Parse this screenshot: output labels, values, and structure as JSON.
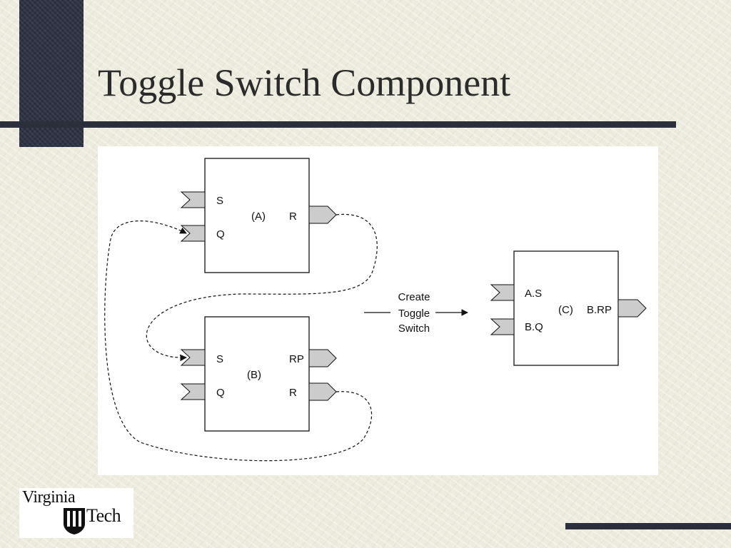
{
  "slide": {
    "title": "Toggle Switch Component"
  },
  "diagram": {
    "component_a": {
      "label": "(A)",
      "ports": {
        "s": "S",
        "q": "Q",
        "r": "R"
      }
    },
    "component_b": {
      "label": "(B)",
      "ports": {
        "s": "S",
        "q": "Q",
        "rp": "RP",
        "r": "R"
      }
    },
    "component_c": {
      "label": "(C)",
      "ports": {
        "as": "A.S",
        "bq": "B.Q",
        "brp": "B.RP"
      }
    },
    "arrow_label": [
      "Create",
      "Toggle",
      "Switch"
    ]
  },
  "logo": {
    "line1": "Virginia",
    "line2": "Tech",
    "icon": "shield-logo-icon"
  },
  "colors": {
    "accent": "#2f3445",
    "port_fill": "#cccccc",
    "panel": "#ffffff"
  }
}
